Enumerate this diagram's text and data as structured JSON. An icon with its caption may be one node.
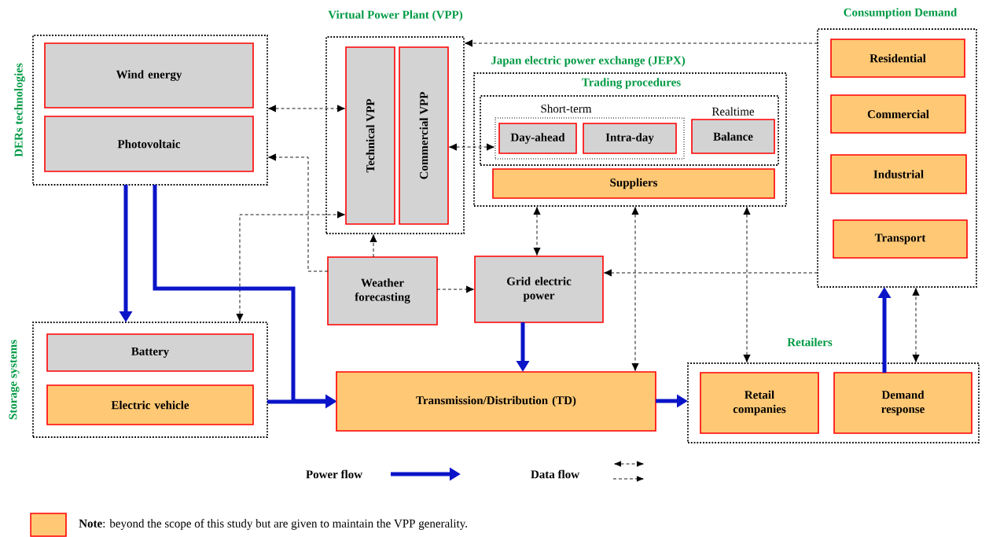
{
  "diagram": {
    "nodes": [
      {
        "text": [
          "DERs technologies"
        ]
      },
      {
        "text": [
          "Wind energy"
        ],
        "in": 0
      },
      {
        "text": [
          "Photovoltaic"
        ],
        "in": 0
      },
      {
        "text": [
          "Virtual Power Plant (VPP)"
        ]
      },
      {
        "text": [
          "Technical VPP"
        ],
        "in": 3
      },
      {
        "text": [
          "Commercial VPP"
        ],
        "in": 3
      },
      {
        "text": [
          "Japan electric power exchange (JEPX)",
          "Trading procedures"
        ]
      },
      {
        "text": [],
        "shape": "box",
        "in": 6
      },
      {
        "text": [
          "Short-term"
        ],
        "in": 7
      },
      {
        "text": [
          "Day-ahead"
        ],
        "in": 8
      },
      {
        "text": [
          "Intra-day"
        ],
        "in": 8
      },
      {
        "text": [
          "Balance"
        ],
        "in": 7,
        "beside": [
          "Realtime"
        ]
      },
      {
        "text": [
          "Suppliers"
        ],
        "in": 6
      },
      {
        "text": [
          "Consumption Demand"
        ]
      },
      {
        "text": [
          "Residential"
        ],
        "in": 13
      },
      {
        "text": [
          "Commercial"
        ],
        "in": 13
      },
      {
        "text": [
          "Industrial"
        ],
        "in": 13
      },
      {
        "text": [
          "Transport"
        ],
        "in": 13
      },
      {
        "text": [
          "Weather forecasting"
        ]
      },
      {
        "text": [
          "Grid electric power"
        ]
      },
      {
        "text": [
          "Storage systems"
        ]
      },
      {
        "text": [
          "Battery"
        ],
        "in": 20
      },
      {
        "text": [
          "Electric vehicle"
        ],
        "in": 20
      },
      {
        "text": [
          "Transmission/Distribution (TD)"
        ]
      },
      {
        "text": [
          "Retailers"
        ]
      },
      {
        "text": [
          "Retail companies"
        ],
        "in": 24
      },
      {
        "text": [
          "Demand response"
        ],
        "in": 24
      }
    ],
    "edges": [
      {
        "from": 0,
        "to": 4,
        "arrow": "both",
        "style": "dashed"
      },
      {
        "from": 5,
        "to": 8,
        "arrow": "both",
        "style": "dashed"
      },
      {
        "from": 13,
        "to": 3,
        "arrow": "to",
        "style": "dashed"
      },
      {
        "from": 18,
        "to": 0,
        "arrow": "to",
        "style": "dashed"
      },
      {
        "from": 20,
        "to": 4,
        "arrow": "both",
        "style": "dashed"
      },
      {
        "from": 18,
        "to": 3,
        "arrow": "to",
        "style": "dashed"
      },
      {
        "from": 18,
        "to": 19,
        "arrow": "to",
        "style": "dashed"
      },
      {
        "from": 6,
        "to": 19,
        "arrow": "both",
        "style": "dashed"
      },
      {
        "from": 6,
        "to": 23,
        "arrow": "both",
        "style": "dashed"
      },
      {
        "from": 6,
        "to": 24,
        "arrow": "both",
        "style": "dashed"
      },
      {
        "from": 13,
        "to": 19,
        "arrow": "to",
        "style": "dashed"
      },
      {
        "from": 24,
        "to": 13,
        "arrow": "both",
        "style": "dashed"
      },
      {
        "from": 0,
        "to": 20,
        "arrow": "to",
        "style": "thick",
        "color": "#0a14c8"
      },
      {
        "from": 0,
        "to": 23,
        "arrow": "to",
        "style": "thick",
        "color": "#0a14c8"
      },
      {
        "from": 20,
        "to": 23,
        "arrow": "to",
        "style": "thick",
        "color": "#0a14c8"
      },
      {
        "from": 19,
        "to": 23,
        "arrow": "to",
        "style": "thick",
        "color": "#0a14c8"
      },
      {
        "from": 23,
        "to": 24,
        "arrow": "to",
        "style": "thick",
        "color": "#0a14c8"
      },
      {
        "from": 26,
        "to": 13,
        "arrow": "to",
        "style": "thick",
        "color": "#0a14c8"
      }
    ],
    "legend": [
      {
        "text": "Power flow"
      },
      {
        "text": "Data flow"
      },
      {
        "text": "**Note**: beyond the scope of this study but are given to maintain the VPP generality.",
        "color": "#ffc875"
      }
    ]
  }
}
